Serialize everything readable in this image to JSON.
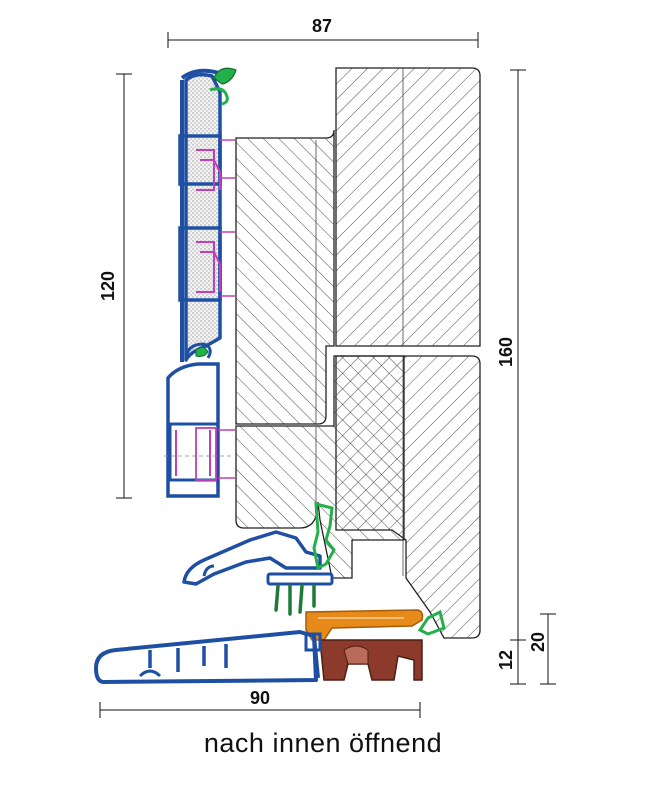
{
  "dimensions": {
    "top_width": "87",
    "left_height": "120",
    "right_height": "160",
    "bottom_width": "90",
    "bottom_small_a": "12",
    "bottom_small_b": "20"
  },
  "caption": "nach innen öffnend",
  "colors": {
    "frame_blue": "#1e4fa3",
    "seal_green": "#22b04b",
    "insulation_pink": "#c23fb4",
    "threshold_orange": "#e88a1a",
    "threshold_brown": "#8b3a2b",
    "drip_seal_darkgreen": "#1f7a3a",
    "hatch": "#333333"
  }
}
